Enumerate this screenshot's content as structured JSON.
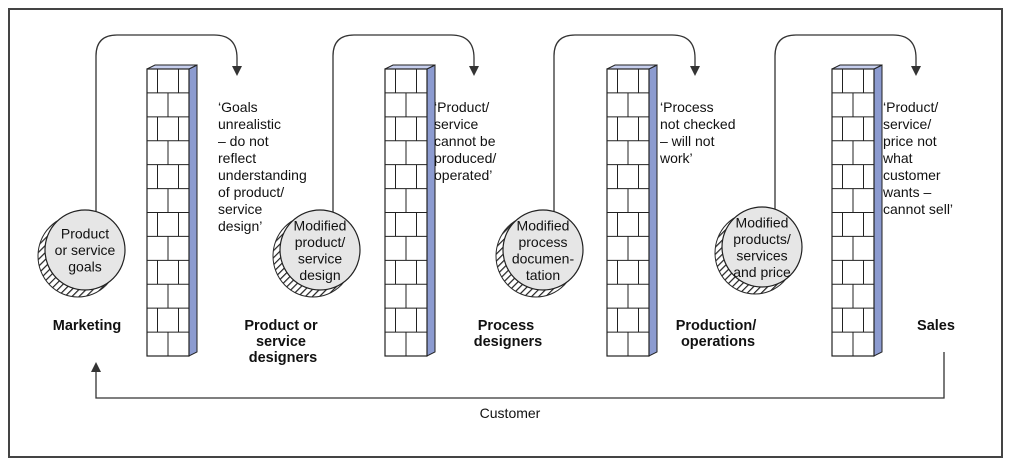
{
  "colors": {
    "wall_front": "#ffffff",
    "wall_side": "#8c9bd0",
    "wall_top": "#c7cfee",
    "disc_fill": "#e6e6e6",
    "disc_shadow": "#2a2a2a",
    "line": "#333333",
    "frame": "#444444"
  },
  "departments": [
    {
      "label_lines": [
        "Marketing"
      ]
    },
    {
      "label_lines": [
        "Product or",
        "service",
        "designers"
      ]
    },
    {
      "label_lines": [
        "Process",
        "designers"
      ]
    },
    {
      "label_lines": [
        "Production/",
        "operations"
      ]
    },
    {
      "label_lines": [
        "Sales"
      ]
    }
  ],
  "discs": [
    {
      "lines": [
        "Product",
        "or service",
        "goals"
      ]
    },
    {
      "lines": [
        "Modified",
        "product/",
        "service",
        "design"
      ]
    },
    {
      "lines": [
        "Modified",
        "process",
        "documen-",
        "tation"
      ]
    },
    {
      "lines": [
        "Modified",
        "products/",
        "services",
        "and price"
      ]
    }
  ],
  "complaints": [
    {
      "lines": [
        "‘Goals",
        "unrealistic",
        "– do not",
        "reflect",
        "understanding",
        "of product/",
        "service",
        "design’"
      ]
    },
    {
      "lines": [
        "‘Product/",
        "service",
        "cannot be",
        "produced/",
        "operated’"
      ]
    },
    {
      "lines": [
        "‘Process",
        "not checked",
        "– will not",
        "work’"
      ]
    },
    {
      "lines": [
        "‘Product/",
        "service/",
        "price not",
        "what",
        "customer",
        "wants –",
        "cannot sell’"
      ]
    }
  ],
  "customer_label": "Customer"
}
